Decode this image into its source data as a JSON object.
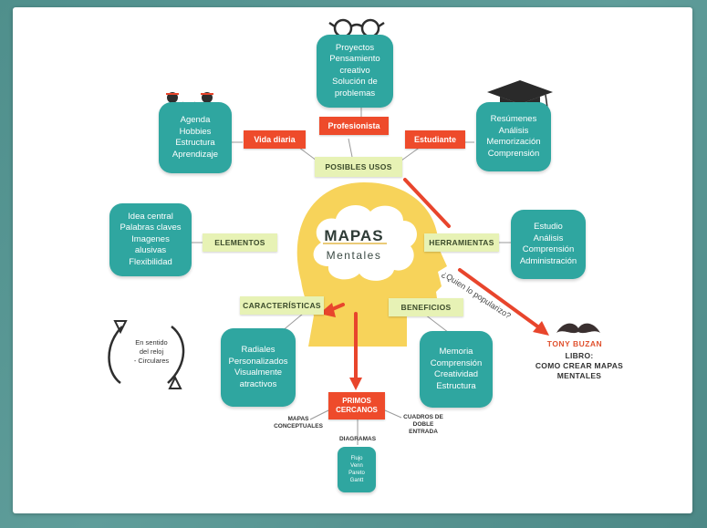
{
  "center": {
    "title": "MAPAS",
    "subtitle": "Mentales"
  },
  "posibles_usos": {
    "label": "POSIBLES USOS",
    "profesionista": {
      "label": "Profesionista",
      "items": [
        "Proyectos",
        "Pensamiento",
        "creativo",
        "Solución de",
        "problemas"
      ]
    },
    "vida_diaria": {
      "label": "Vida diaria",
      "items": [
        "Agenda",
        "Hobbies",
        "Estructura",
        "Aprendizaje"
      ]
    },
    "estudiante": {
      "label": "Estudiante",
      "items": [
        "Resúmenes",
        "Análisis",
        "Memorización",
        "Comprensión"
      ]
    }
  },
  "elementos": {
    "label": "ELEMENTOS",
    "items": [
      "Idea central",
      "Palabras claves",
      "Imagenes",
      "alusivas",
      "Flexibilidad"
    ]
  },
  "herramientas": {
    "label": "HERRAMIENTAS",
    "items": [
      "Estudio",
      "Análisis",
      "Comprensión",
      "Administración"
    ]
  },
  "caracteristicas": {
    "label": "CARACTERÍSTICAS",
    "items": [
      "Radiales",
      "Personalizados",
      "Visualmente",
      "atractivos"
    ]
  },
  "beneficios": {
    "label": "BENEFICIOS",
    "items": [
      "Memoria",
      "Comprensión",
      "Creatividad",
      "Estructura"
    ]
  },
  "rotacion": {
    "lines": [
      "En sentido",
      "del reloj",
      "- Circulares"
    ]
  },
  "primos_cercanos": {
    "label_lines": [
      "PRIMOS",
      "CERCANOS"
    ],
    "mapas_conceptuales": [
      "MAPAS",
      "CONCEPTUALES"
    ],
    "cuadros_doble_entrada": [
      "CUADROS DE",
      "DOBLE",
      "ENTRADA"
    ],
    "diagramas": {
      "label": "DIAGRAMAS",
      "items": [
        "Flujo",
        "Venn",
        "Pareto",
        "Gantt"
      ]
    }
  },
  "popularizo": {
    "question": "¿Quien lo popularizo?",
    "author": "TONY BUZAN",
    "book_lines": [
      "LIBRO:",
      "COMO CREAR MAPAS",
      "MENTALES"
    ]
  },
  "colors": {
    "teal": "#2fa6a0",
    "red_orange": "#ee4b2b",
    "light_green": "#e7f2b5",
    "head_yellow": "#f7d35a",
    "background": "#5a9a97"
  },
  "icons": [
    "glasses-icon",
    "cute-face-icon",
    "graduation-cap-icon",
    "mustache-icon",
    "rotation-arrows-icon",
    "head-silhouette",
    "cloud-shape"
  ]
}
